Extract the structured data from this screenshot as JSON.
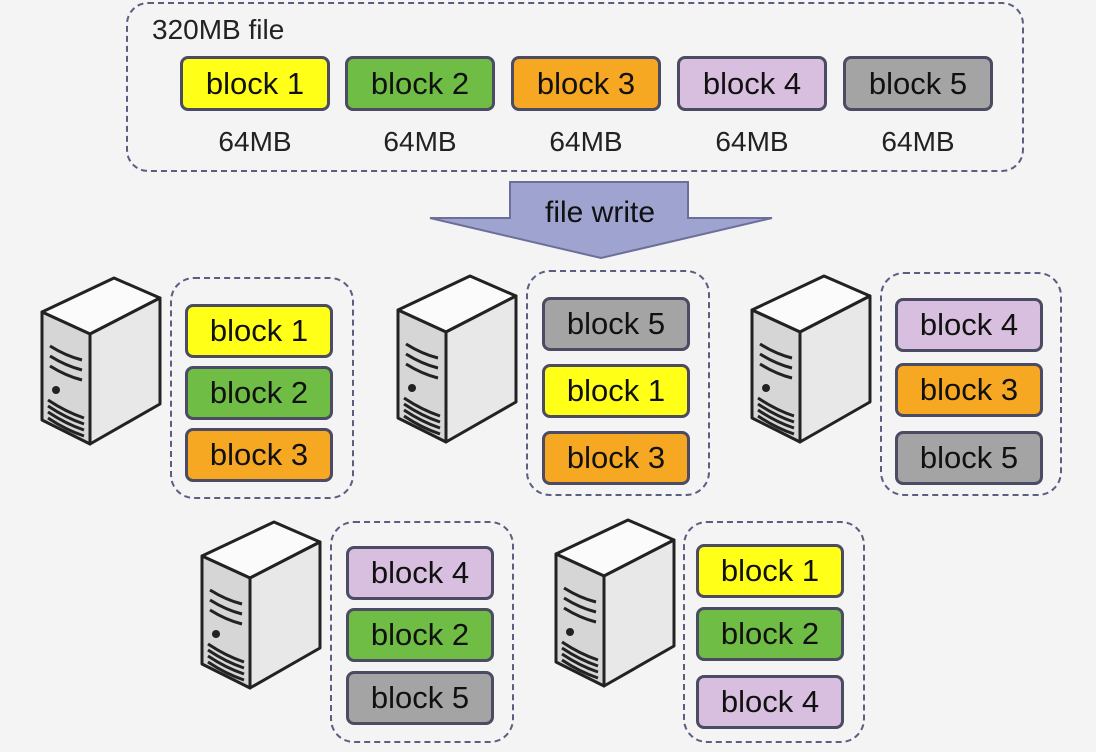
{
  "file": {
    "title": "320MB file",
    "blocks": [
      {
        "label": "block 1",
        "size": "64MB",
        "color": "#ffff17"
      },
      {
        "label": "block 2",
        "size": "64MB",
        "color": "#6fbd45"
      },
      {
        "label": "block 3",
        "size": "64MB",
        "color": "#f7a823"
      },
      {
        "label": "block 4",
        "size": "64MB",
        "color": "#d9bfdf"
      },
      {
        "label": "block 5",
        "size": "64MB",
        "color": "#a4a4a4"
      }
    ]
  },
  "arrow": {
    "label": "file write",
    "color": "#9ea3cf"
  },
  "servers": [
    {
      "icon": "server-icon",
      "blocks": [
        "block 1",
        "block 2",
        "block 3"
      ]
    },
    {
      "icon": "server-icon",
      "blocks": [
        "block 5",
        "block 1",
        "block 3"
      ]
    },
    {
      "icon": "server-icon",
      "blocks": [
        "block 4",
        "block 3",
        "block 5"
      ]
    },
    {
      "icon": "server-icon",
      "blocks": [
        "block 4",
        "block 2",
        "block 5"
      ]
    },
    {
      "icon": "server-icon",
      "blocks": [
        "block 1",
        "block 2",
        "block 4"
      ]
    }
  ]
}
